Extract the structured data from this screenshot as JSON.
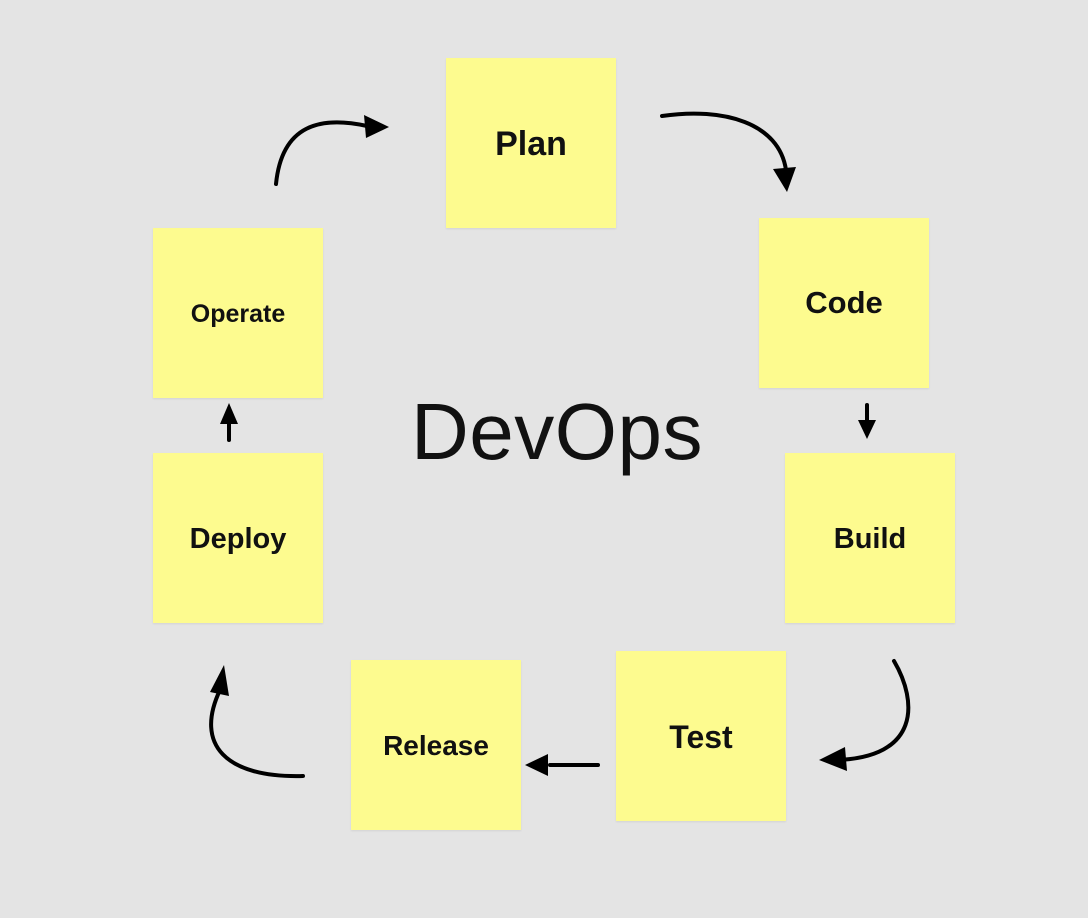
{
  "diagram": {
    "title": "DevOps",
    "stages": {
      "plan": "Plan",
      "code": "Code",
      "build": "Build",
      "test": "Test",
      "release": "Release",
      "deploy": "Deploy",
      "operate": "Operate"
    },
    "colors": {
      "background": "#e4e4e4",
      "note": "#fdfb8f",
      "text": "#111111",
      "arrow": "#000000"
    }
  }
}
